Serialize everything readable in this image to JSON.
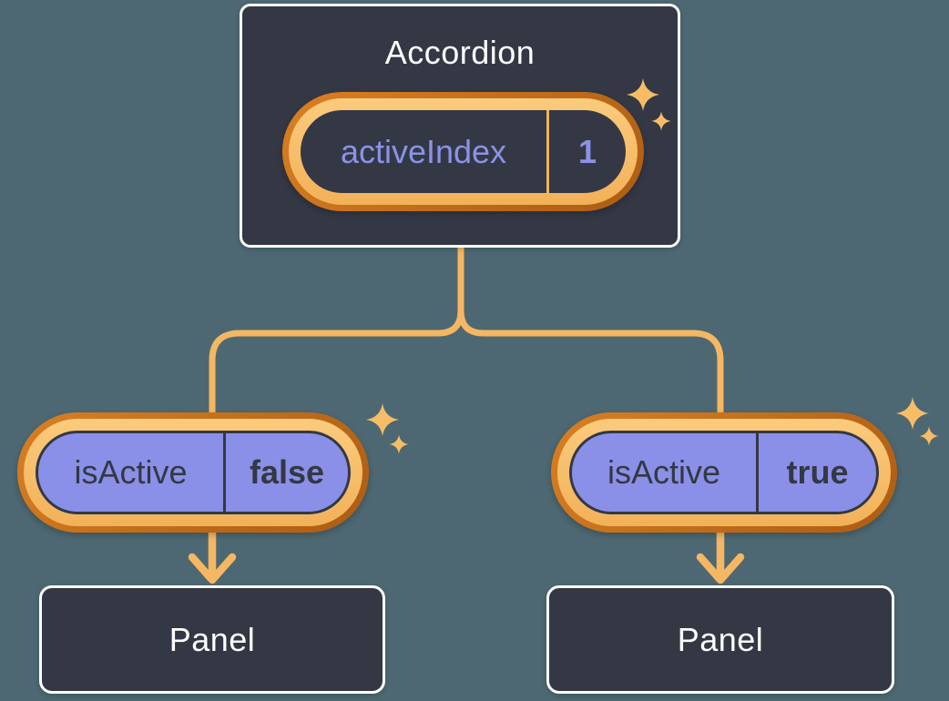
{
  "tree": {
    "root": {
      "title": "Accordion",
      "state_pill": {
        "label": "activeIndex",
        "value": "1"
      }
    },
    "children": [
      {
        "prop_pill": {
          "label": "isActive",
          "value": "false"
        },
        "node": {
          "title": "Panel"
        }
      },
      {
        "prop_pill": {
          "label": "isActive",
          "value": "true"
        },
        "node": {
          "title": "Panel"
        }
      }
    ]
  },
  "icons": {
    "sparkle": "four-point-star",
    "arrow": "arrow-down-chevron"
  },
  "colors": {
    "background": "#4D6872",
    "node_fill": "#333844",
    "node_border": "#FFFFFF",
    "node_text": "#FFFFFF",
    "prop_pill_fill": "#8A90E8",
    "state_text": "#8B92E8",
    "dark_text": "#333844",
    "ring_gold": "#F2B159",
    "ring_orange": "#AC5C13",
    "connector": "#F5B761",
    "sparkle": "#F7BD66"
  }
}
